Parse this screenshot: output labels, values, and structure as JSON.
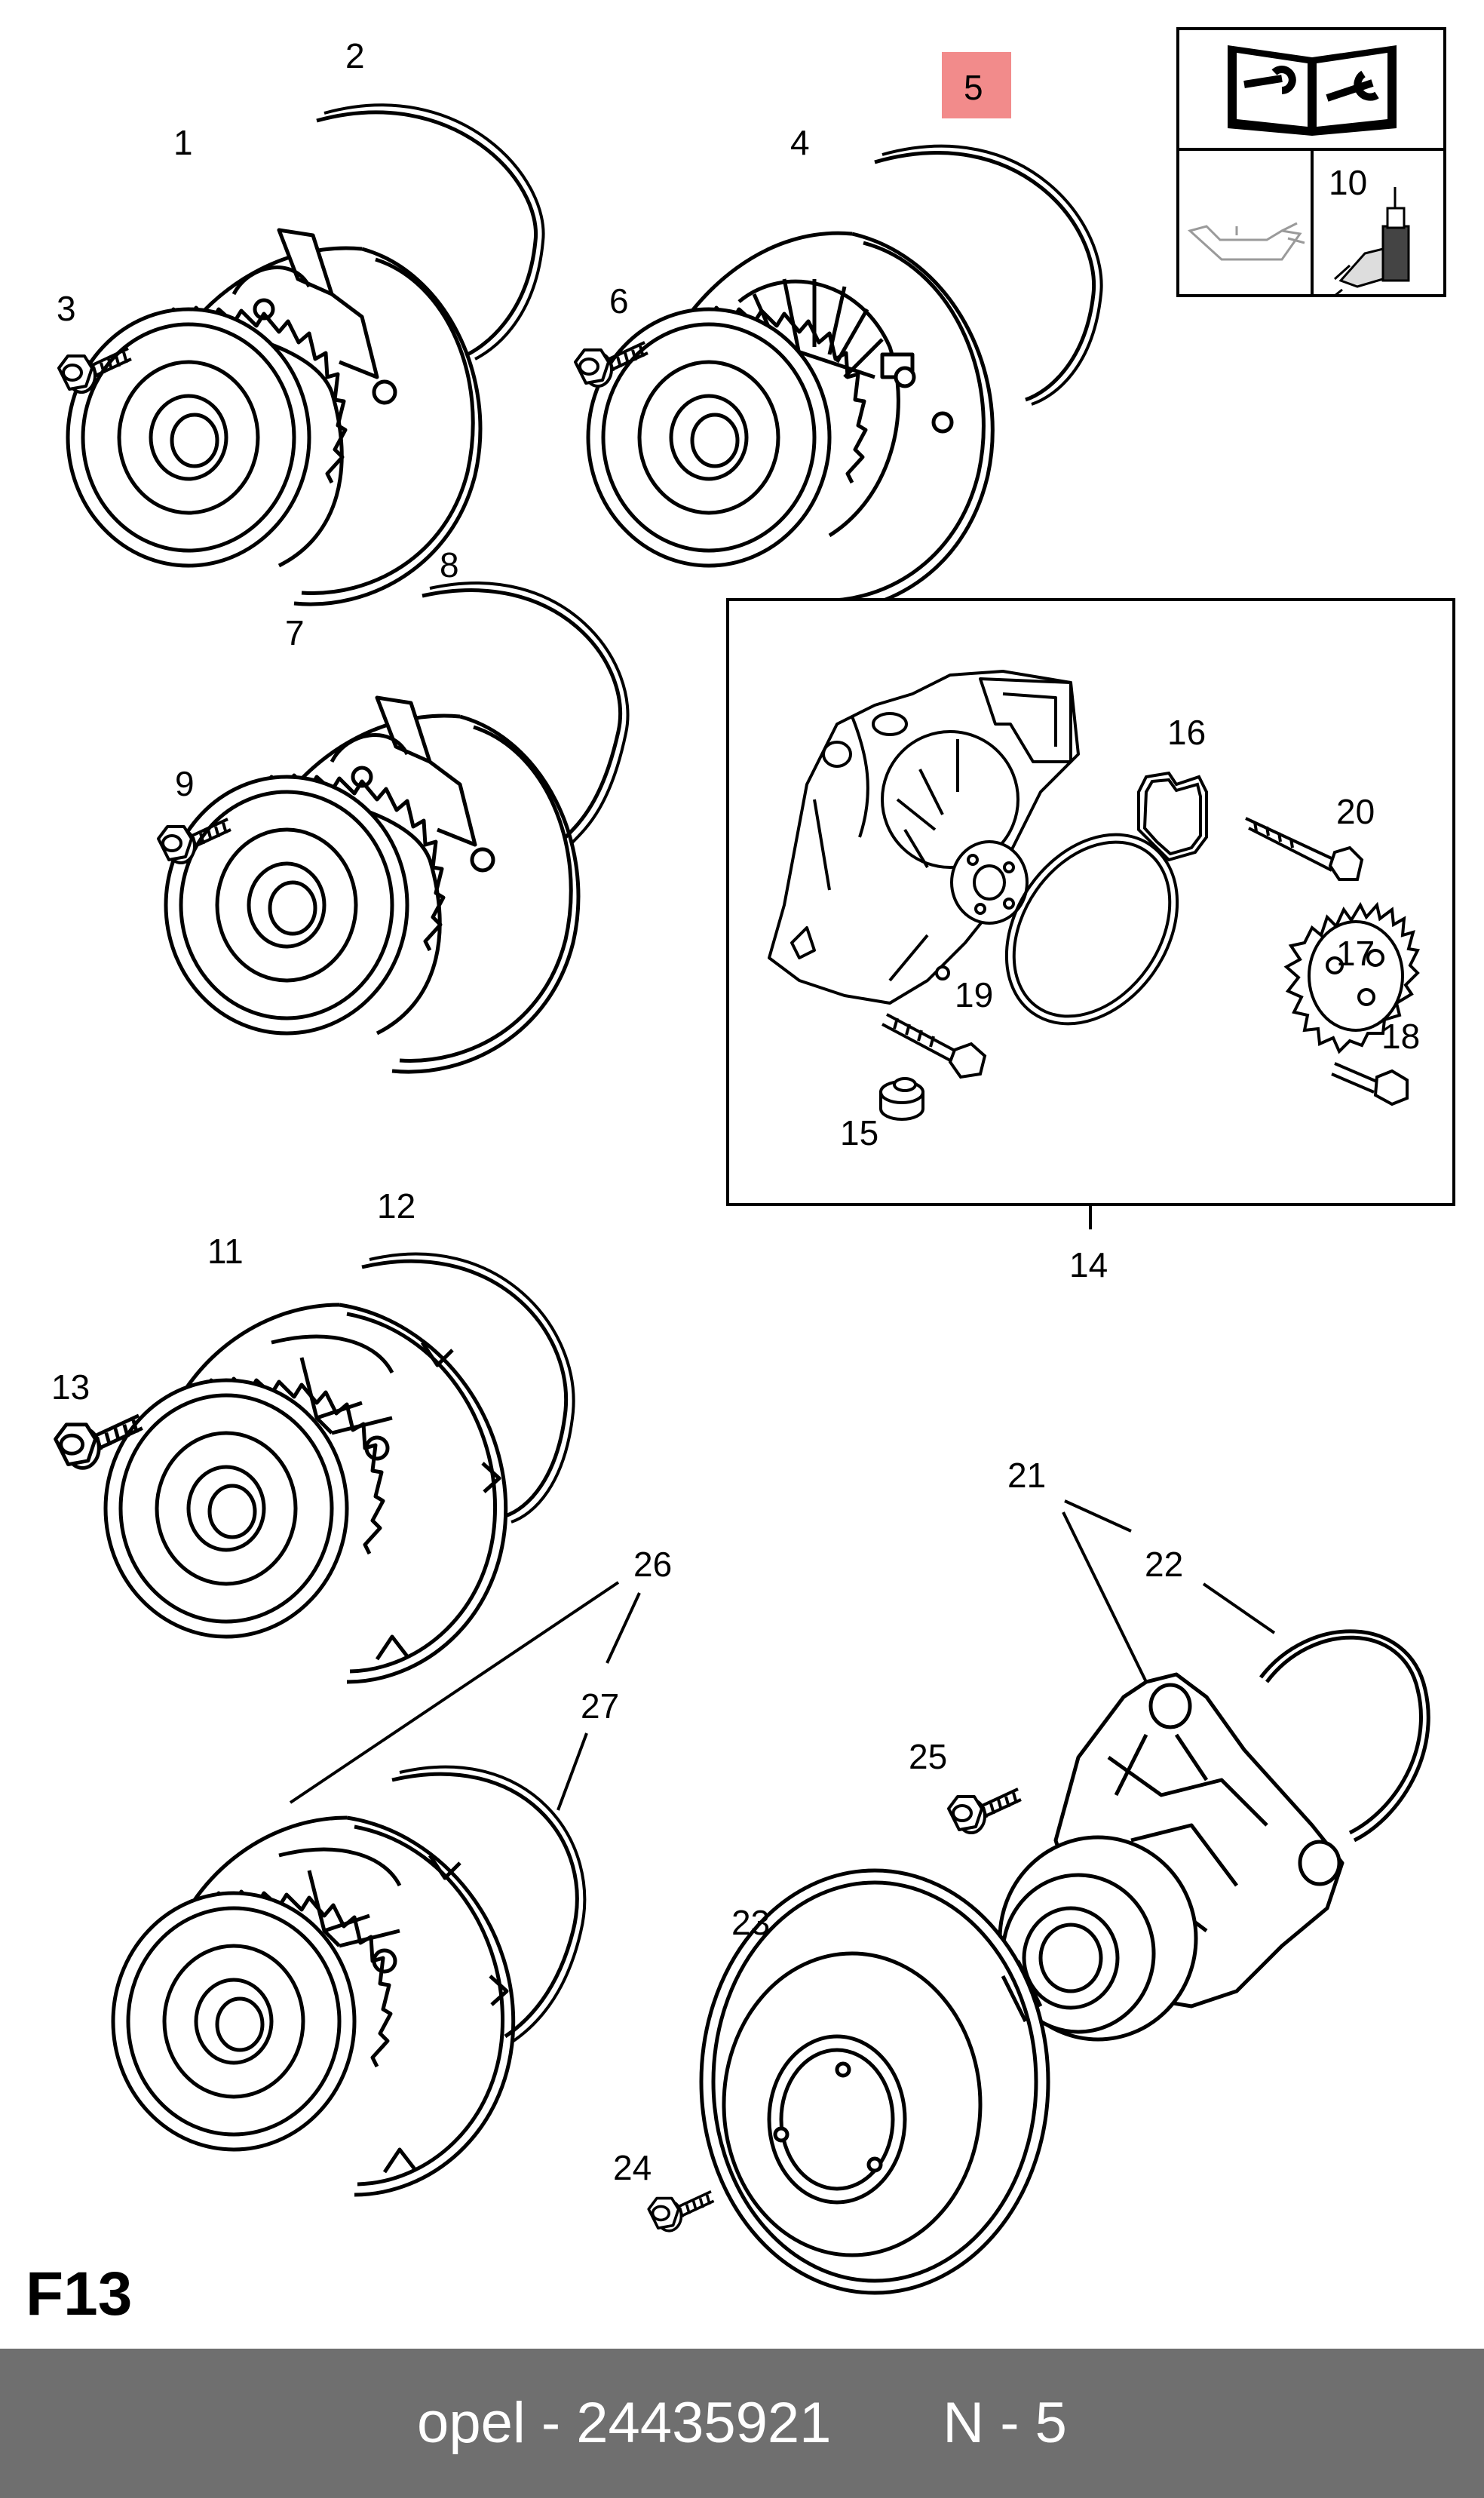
{
  "diagram": {
    "page_label": "F13",
    "highlight_color": "#f28b8b",
    "highlighted_callout": "5",
    "callouts": {
      "c1": "1",
      "c2": "2",
      "c3": "3",
      "c4": "4",
      "c5": "5",
      "c6": "6",
      "c7": "7",
      "c8": "8",
      "c9": "9",
      "c10": "10",
      "c11": "11",
      "c12": "12",
      "c13": "13",
      "c14": "14",
      "c15": "15",
      "c16": "16",
      "c17": "17",
      "c18": "18",
      "c19": "19",
      "c20": "20",
      "c21": "21",
      "c22": "22",
      "c23": "23",
      "c24": "24",
      "c25": "25",
      "c26": "26",
      "c27": "27"
    },
    "icons": [
      "manual-book-wrench-icon",
      "oil-can-icon",
      "sealant-bottle-icon"
    ]
  },
  "footer": {
    "brand": "opel",
    "separator": " - ",
    "part_number": "24435921",
    "position": "N - 5",
    "background_color": "#6f6f6f"
  }
}
